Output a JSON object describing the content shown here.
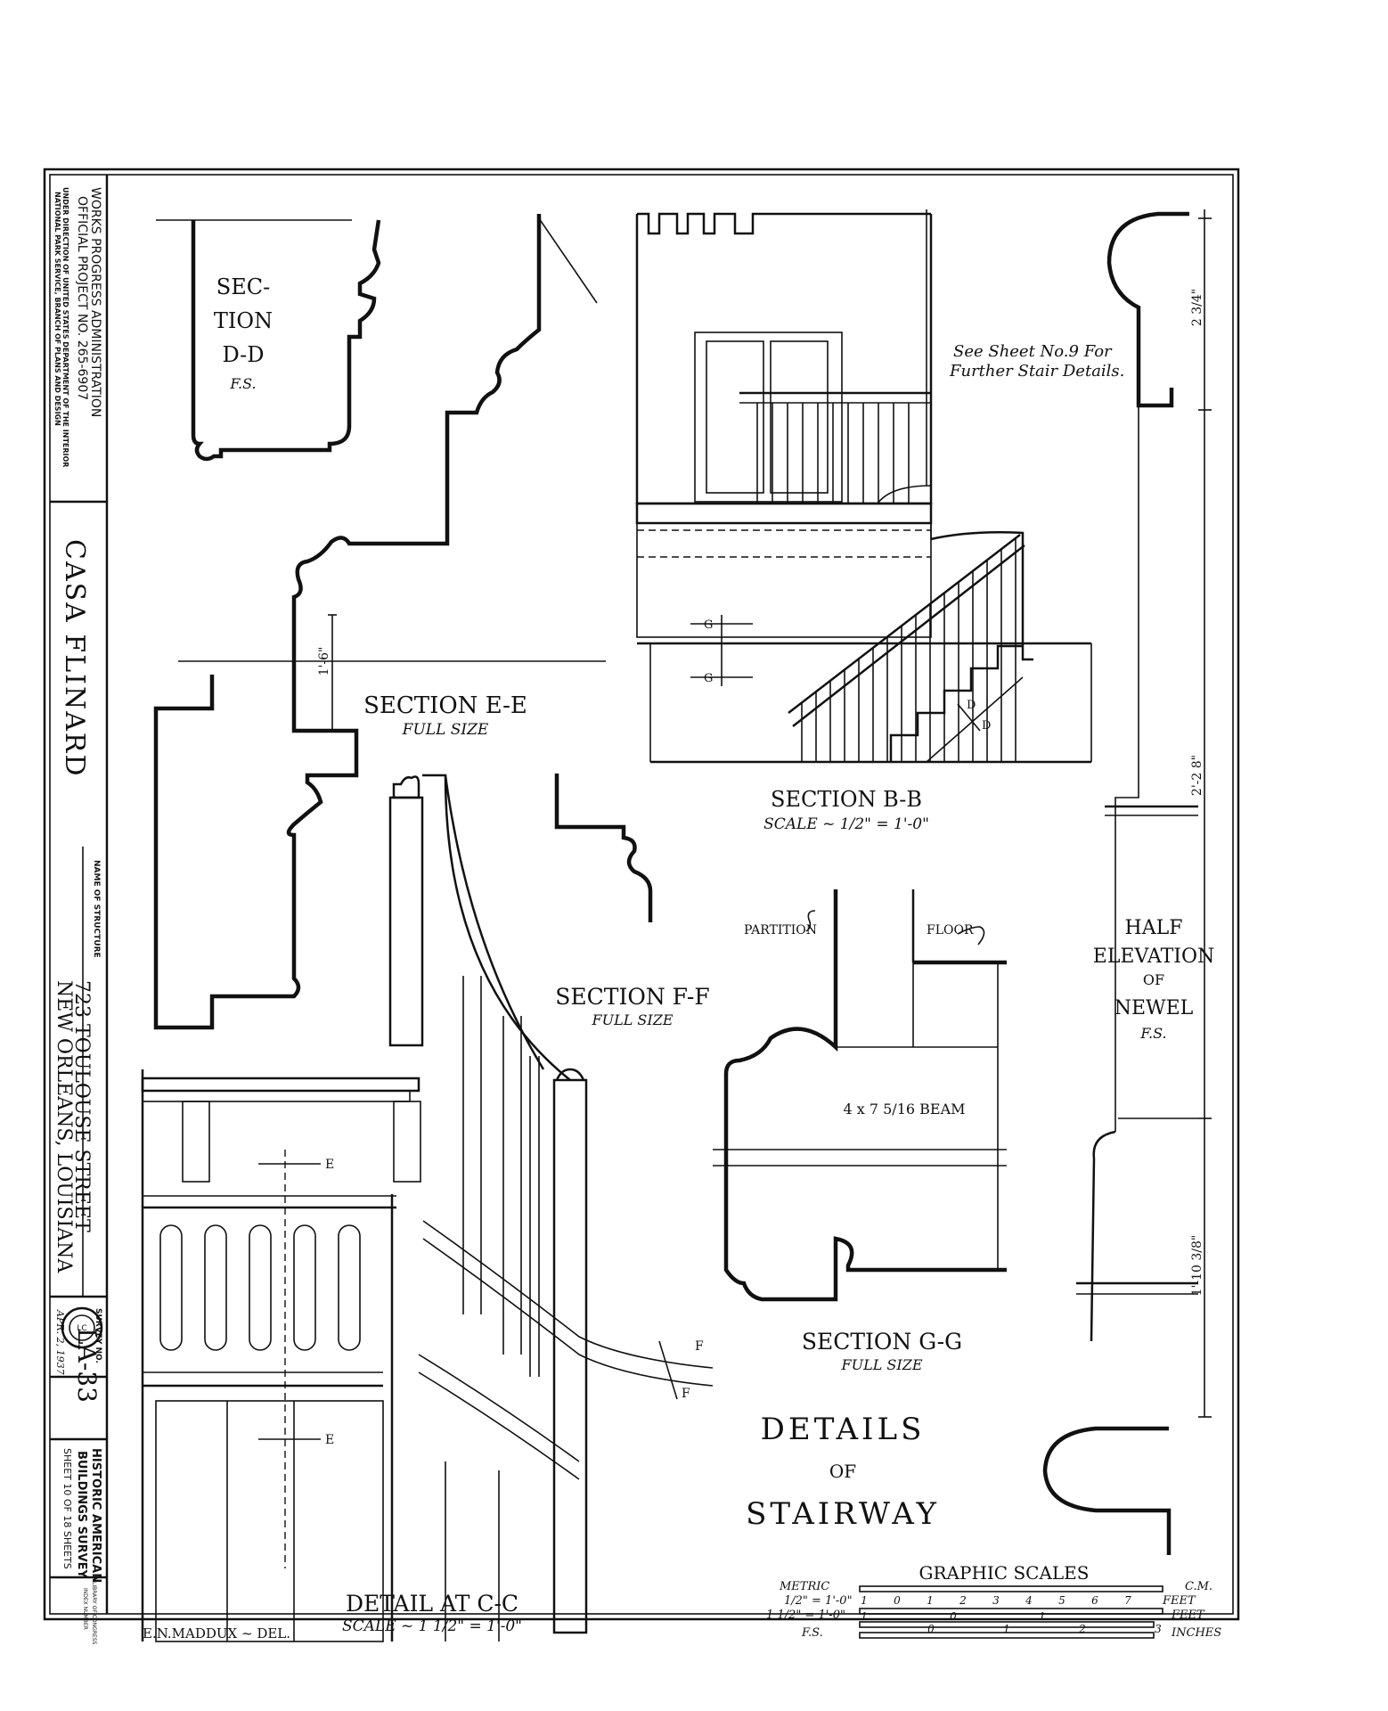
{
  "title_block": {
    "admin": {
      "line1": "WORKS PROGRESS ADMINISTRATION",
      "line2": "OFFICIAL PROJECT NO. 265-6907",
      "line3": "UNDER DIRECTION OF UNITED STATES DEPARTMENT OF THE INTERIOR",
      "line4": "NATIONAL PARK SERVICE, BRANCH OF PLANS AND DESIGN"
    },
    "structure_title": "CASA FLINARD",
    "name_of_structure_label": "NAME OF STRUCTURE",
    "address_line1": "723 TOULOUSE STREET",
    "address_line2": "NEW ORLEANS, LOUISIANA",
    "survey_no_label": "SURVEY NO.",
    "survey_no": "LA-33",
    "date": "APR. 2, 1937",
    "habs_line1": "HISTORIC AMERICAN",
    "habs_line2": "BUILDINGS SURVEY",
    "sheet_line": "SHEET 10 OF 18 SHEETS",
    "library_line1": "LIBRARY OF CONGRESS",
    "library_line2": "INDEX NUMBER"
  },
  "sections": {
    "dd": {
      "line1": "SEC-",
      "line2": "TION",
      "line3": "D-D",
      "scale": "F.S."
    },
    "ee": {
      "title": "SECTION E-E",
      "scale": "FULL SIZE",
      "dim": "1'-6\""
    },
    "bb": {
      "title": "SECTION B-B",
      "scale": "SCALE ~ 1/2\" = 1'-0\"",
      "note_line1": "See Sheet No.9 For",
      "note_line2": "Further Stair Details.",
      "cut_g1": "G",
      "cut_g2": "G",
      "cut_d1": "D",
      "cut_d2": "D"
    },
    "ff": {
      "title": "SECTION F-F",
      "scale": "FULL SIZE"
    },
    "gg": {
      "title": "SECTION G-G",
      "scale": "FULL SIZE",
      "partition": "PARTITION",
      "floor": "FLOOR",
      "beam": "4 x 7 5/16 BEAM"
    },
    "newel": {
      "line1": "HALF",
      "line2": "ELEVATION",
      "line3": "OF",
      "line4": "NEWEL",
      "scale": "F.S.",
      "dim_top": "2 3/4\"",
      "dim_mid": "2'-2 8\"",
      "dim_bot": "1'-10 3/8\""
    },
    "cc": {
      "title": "DETAIL AT C-C",
      "scale": "SCALE ~ 1 1/2\" = 1'-0\"",
      "cut_e1": "E",
      "cut_e2": "E",
      "cut_f1": "F",
      "cut_f2": "F"
    }
  },
  "sheet_title": {
    "line1": "DETAILS",
    "line2": "OF",
    "line3": "STAIRWAY"
  },
  "graphic_scales": {
    "title": "GRAPHIC SCALES",
    "metric": "METRIC",
    "cm": "C.M.",
    "row2_label": "1/2\" = 1'-0\"",
    "feet1": "FEET",
    "row3_label": "1 1/2\" = 1'-0\"",
    "feet2": "FEET",
    "fs": "F.S.",
    "inches": "INCHES",
    "ticks_metric": [
      "1",
      "0",
      "1",
      "2",
      "3",
      "4",
      "5",
      "6",
      "7"
    ],
    "ticks_row3": [
      "1",
      "0",
      "1"
    ],
    "ticks_inches": [
      "0",
      "1",
      "2",
      "3"
    ]
  },
  "delineator": "E.N.MADDUX ~ DEL."
}
